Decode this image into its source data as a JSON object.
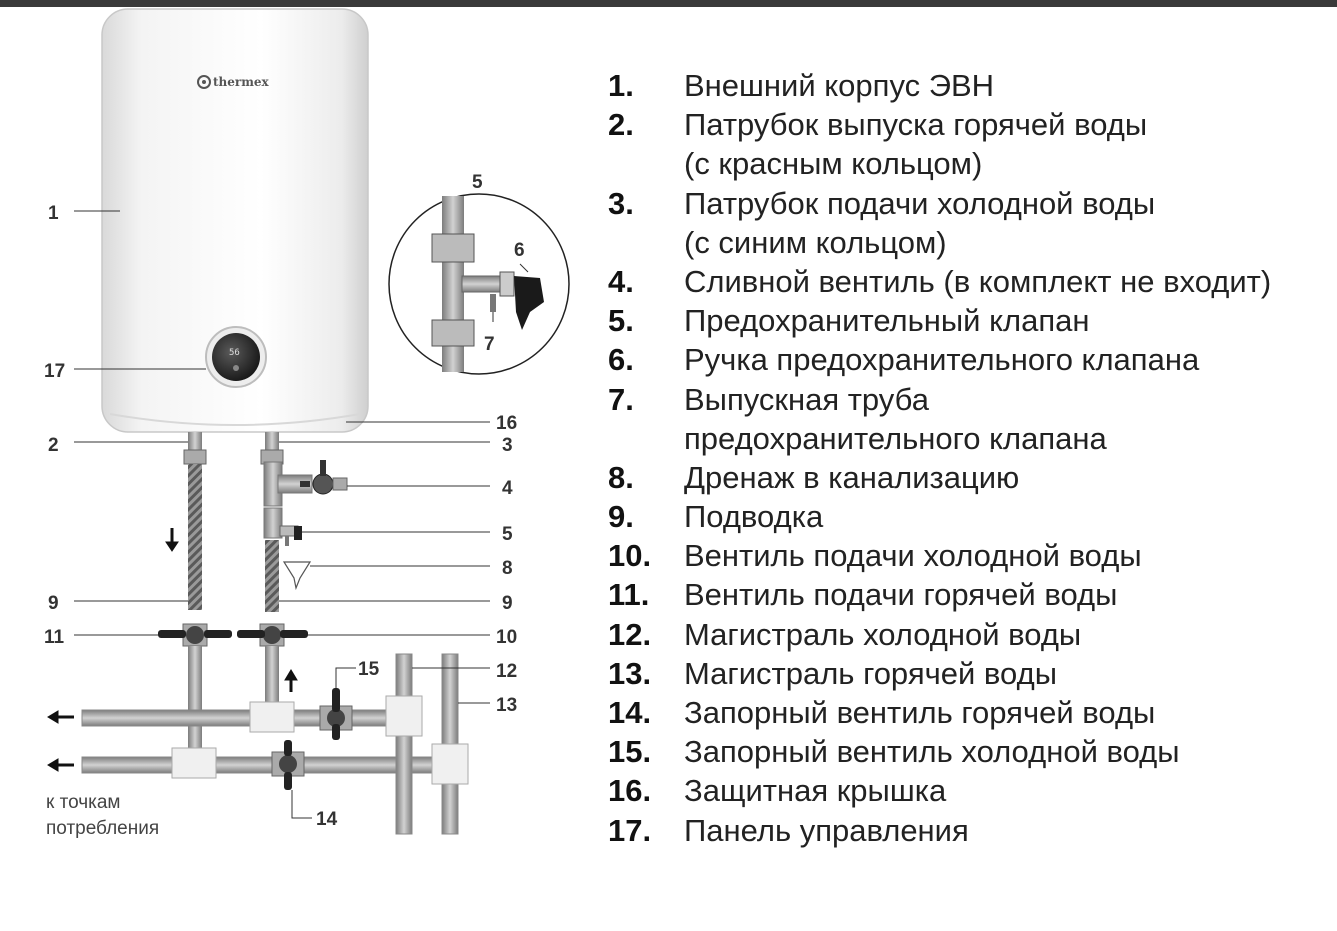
{
  "brand": "thermex",
  "display_value": "56",
  "diagram_labels": [
    "1",
    "2",
    "3",
    "4",
    "5",
    "6",
    "7",
    "8",
    "9",
    "9",
    "10",
    "11",
    "12",
    "13",
    "14",
    "15",
    "16",
    "17"
  ],
  "consumption_caption": [
    "к точкам",
    "потребления"
  ],
  "legend": [
    {
      "num": "1.",
      "text": "Внешний корпус ЭВН"
    },
    {
      "num": "2.",
      "text": "Патрубок выпуска горячей воды",
      "cont": "(с красным кольцом)"
    },
    {
      "num": "3.",
      "text": "Патрубок подачи холодной воды",
      "cont": "(с синим кольцом)"
    },
    {
      "num": "4.",
      "text": "Сливной вентиль (в комплект не входит)"
    },
    {
      "num": "5.",
      "text": "Предохранительный клапан"
    },
    {
      "num": "6.",
      "text": "Ручка предохранительного клапана"
    },
    {
      "num": "7.",
      "text": "Выпускная труба",
      "cont": "предохранительного клапана"
    },
    {
      "num": "8.",
      "text": "Дренаж в канализацию"
    },
    {
      "num": "9.",
      "text": "Подводка"
    },
    {
      "num": "10.",
      "text": "Вентиль подачи холодной воды"
    },
    {
      "num": "11.",
      "text": "Вентиль подачи горячей воды"
    },
    {
      "num": "12.",
      "text": "Магистраль холодной воды"
    },
    {
      "num": "13.",
      "text": "Магистраль горячей воды"
    },
    {
      "num": "14.",
      "text": "Запорный вентиль горячей воды"
    },
    {
      "num": "15.",
      "text": "Запорный вентиль холодной воды"
    },
    {
      "num": "16.",
      "text": "Защитная крышка"
    },
    {
      "num": "17.",
      "text": "Панель управления"
    }
  ]
}
